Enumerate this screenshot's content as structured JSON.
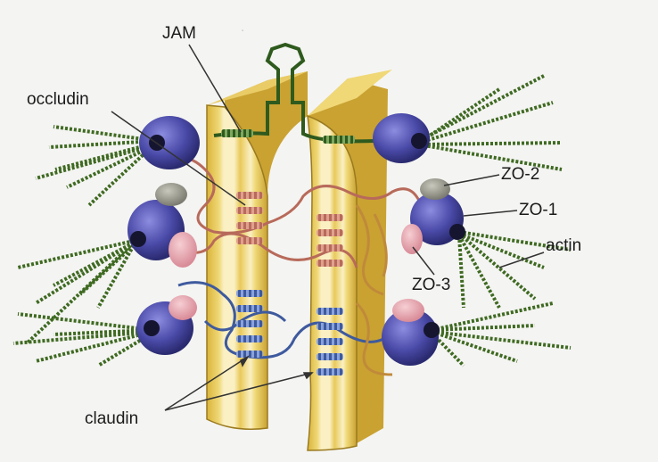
{
  "labels": {
    "jam": "JAM",
    "occludin": "occludin",
    "zo2": "ZO-2",
    "zo1": "ZO-1",
    "actin": "actin",
    "zo3": "ZO-3",
    "claudin": "claudin"
  },
  "colors": {
    "membrane": "#e8c84a",
    "membrane_light": "#f3e3a0",
    "membrane_dark": "#b8962a",
    "actin": "#3f6a22",
    "zo1": "#4a4aa8",
    "zo2": "#9a9a8e",
    "zo3": "#e4a6ae",
    "occludin": "#b86a5a",
    "claudin": "#3e5a9e",
    "jam": "#2e5a1e"
  }
}
